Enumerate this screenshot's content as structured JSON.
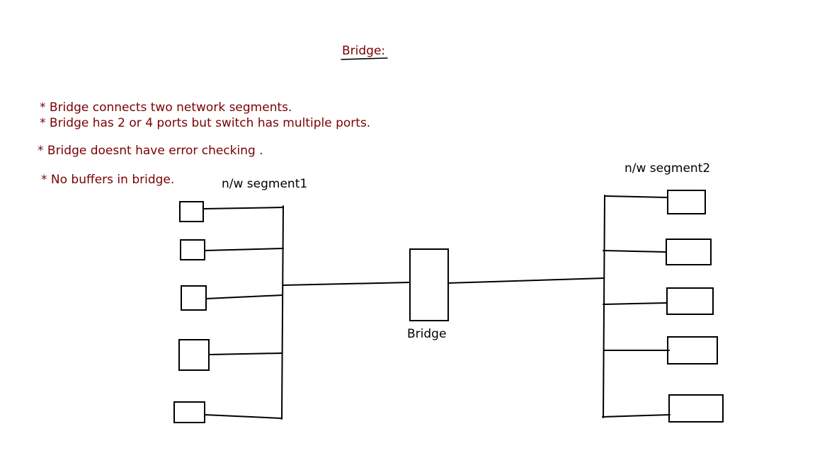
{
  "title": "Bridge:",
  "notes": [
    "* Bridge connects two network segments.",
    "* Bridge has 2 or 4 ports but switch has multiple ports.",
    "* Bridge doesnt have error checking .",
    "* No buffers in bridge."
  ],
  "labels": {
    "segment1": "n/w segment1",
    "segment2": "n/w segment2",
    "bridge": "Bridge"
  },
  "colors": {
    "note_text": "#7b0000",
    "lines": "#000000"
  }
}
